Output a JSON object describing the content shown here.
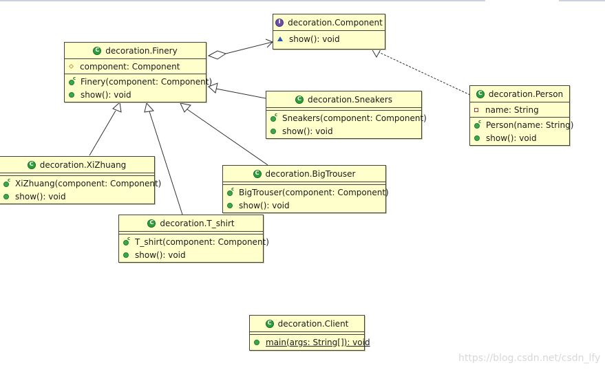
{
  "classes": {
    "component": {
      "name": "decoration.Component",
      "kind": "interface",
      "methods": [
        "show(): void"
      ]
    },
    "finery": {
      "name": "decoration.Finery",
      "fields": [
        "component: Component"
      ],
      "methods": [
        "Finery(component: Component)",
        "show(): void"
      ]
    },
    "sneakers": {
      "name": "decoration.Sneakers",
      "methods": [
        "Sneakers(component: Component)",
        "show(): void"
      ]
    },
    "person": {
      "name": "decoration.Person",
      "fields": [
        "name: String"
      ],
      "methods": [
        "Person(name: String)",
        "show(): void"
      ]
    },
    "xizhuang": {
      "name": "decoration.XiZhuang",
      "methods": [
        "XiZhuang(component: Component)",
        "show(): void"
      ]
    },
    "bigtrouser": {
      "name": "decoration.BigTrouser",
      "methods": [
        "BigTrouser(component: Component)",
        "show(): void"
      ]
    },
    "tshirt": {
      "name": "decoration.T_shirt",
      "methods": [
        "T_shirt(component: Component)",
        "show(): void"
      ]
    },
    "client": {
      "name": "decoration.Client",
      "methods": [
        " main(args: String[]): void"
      ]
    }
  },
  "colors": {
    "class_fill": "#ffffcc",
    "class_border": "#404040",
    "edge": "#303030"
  },
  "watermark": "https://blog.csdn.net/csdn_lfy"
}
